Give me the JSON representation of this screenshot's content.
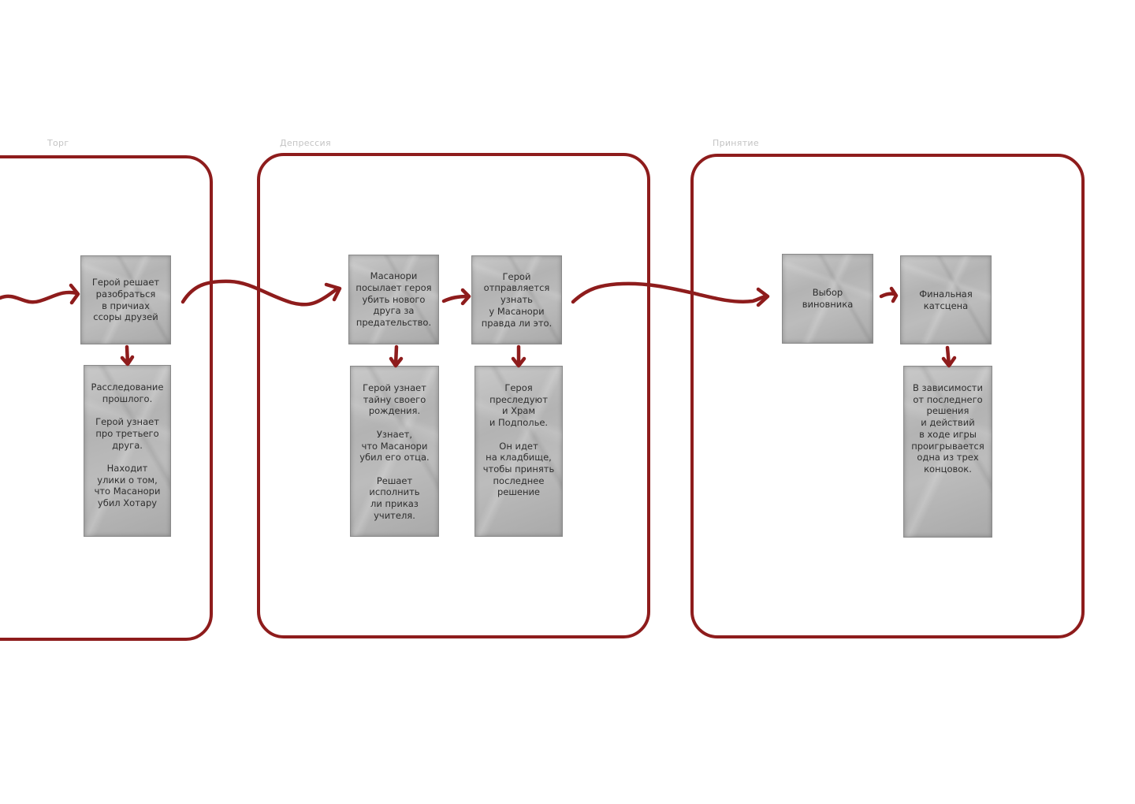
{
  "colors": {
    "accent": "#8e1c1c",
    "card": "#b8b8b8",
    "label": "#c4c4c4",
    "text": "#2e2e2e"
  },
  "stages": [
    {
      "label": "Торг",
      "cards": [
        {
          "text": "Герой решает\nразобраться\nв причиах\nссоры друзей"
        },
        {
          "text": "Расследование\nпрошлого.\n\nГерой узнает\nпро третьего\nдруга.\n\nНаходит\nулики о том,\nчто Масанори\nубил Хотару"
        }
      ]
    },
    {
      "label": "Депрессия",
      "cards": [
        {
          "text": "Масанори\nпосылает героя\nубить нового\nдруга за\nпредательство."
        },
        {
          "text": "Герой узнает\nтайну своего\nрождения.\n\nУзнает,\nчто Масанори\nубил его отца.\n\nРешает\nисполнить\nли приказ\nучителя."
        },
        {
          "text": "Герой\nотправляется\nузнать\nу Масанори\nправда ли это."
        },
        {
          "text": "Героя\nпреследуют\nи Храм\nи Подполье.\n\nОн идет\nна кладбище,\nчтобы принять\nпоследнее\nрешение"
        }
      ]
    },
    {
      "label": "Принятие",
      "cards": [
        {
          "text": "Выбор\nвиновника"
        },
        {
          "text": "Финальная\nкатсцена"
        },
        {
          "text": "В зависимости\nот последнего\nрешения\nи действий\nв ходе игры\nпроигрывается\nодна из трех\nконцовок."
        }
      ]
    }
  ]
}
